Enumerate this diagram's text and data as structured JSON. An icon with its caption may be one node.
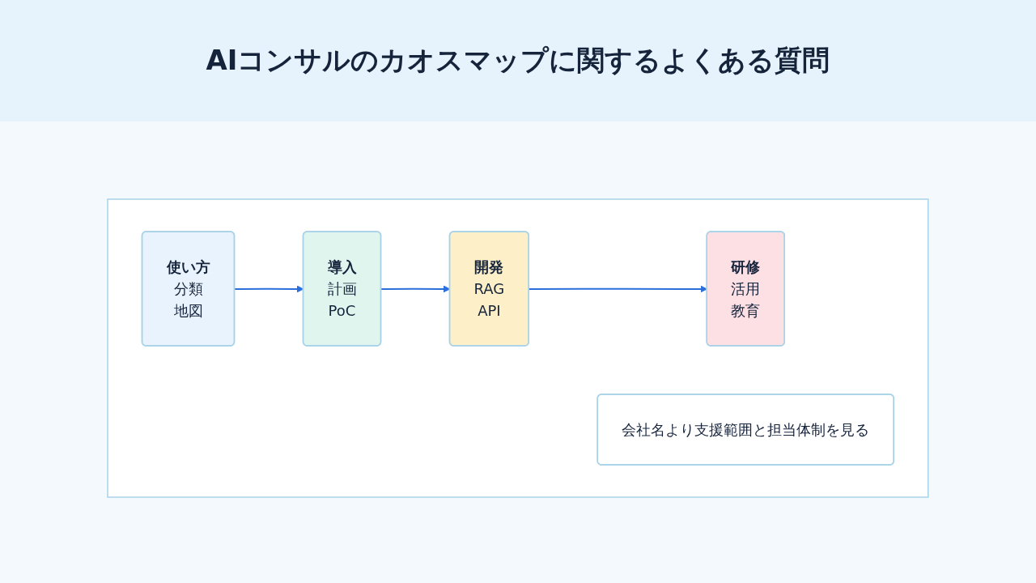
{
  "diagram": {
    "title": "AIコンサルのカオスマップに関するよくある質問",
    "nodes": [
      {
        "text": [],
        "shape": "box"
      },
      {
        "text": [
          "使い方",
          "分類",
          "地図"
        ],
        "in": 0
      },
      {
        "text": [
          "導入",
          "計画",
          "PoC"
        ],
        "in": 0
      },
      {
        "text": [
          "開発",
          "RAG",
          "API"
        ],
        "in": 0
      },
      {
        "text": [
          "研修",
          "活用",
          "教育"
        ],
        "in": 0
      },
      {
        "text": [
          "会社名より支援範囲と担当体制を見る"
        ],
        "in": 0
      }
    ],
    "edges": [
      {
        "from": 1,
        "to": 2,
        "arrow": "to"
      },
      {
        "from": 2,
        "to": 3,
        "arrow": "to"
      },
      {
        "from": 3,
        "to": 4,
        "arrow": "to"
      }
    ]
  }
}
